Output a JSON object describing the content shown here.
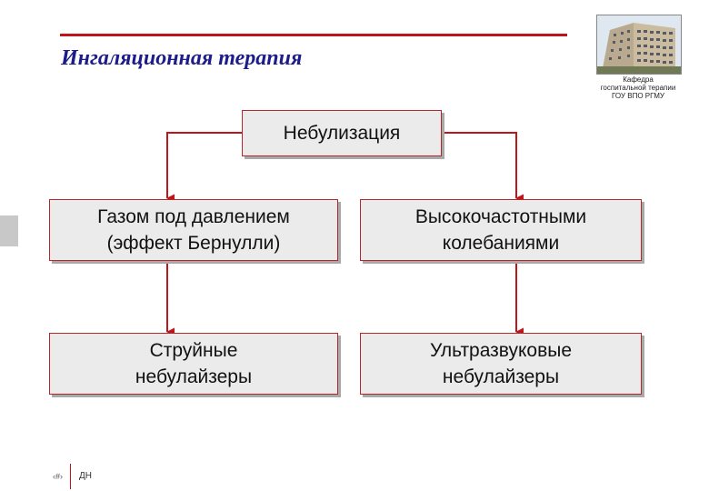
{
  "slide": {
    "title": "Ингаляционная терапия"
  },
  "logo": {
    "icon": "building-photo",
    "department_lines": [
      "Кафедра",
      "госпитальной терапии",
      "ГОУ ВПО РГМУ"
    ]
  },
  "diagram": {
    "root": {
      "lines": [
        "Небулизация"
      ]
    },
    "methods": [
      {
        "lines": [
          "Газом под давлением",
          "(эффект Бернулли)"
        ]
      },
      {
        "lines": [
          "Высокочастотными",
          "колебаниями"
        ]
      }
    ],
    "devices": [
      {
        "lines": [
          "Струйные",
          "небулайзеры"
        ]
      },
      {
        "lines": [
          "Ультразвуковые",
          "небулайзеры"
        ]
      }
    ],
    "colors": {
      "accent": "#c0141b",
      "box_fill": "#ebebeb",
      "box_shadow": "#a9a9a9",
      "title": "#1c1c8c"
    }
  },
  "footer": {
    "slide_number": "‹#›",
    "author": "ДН"
  }
}
